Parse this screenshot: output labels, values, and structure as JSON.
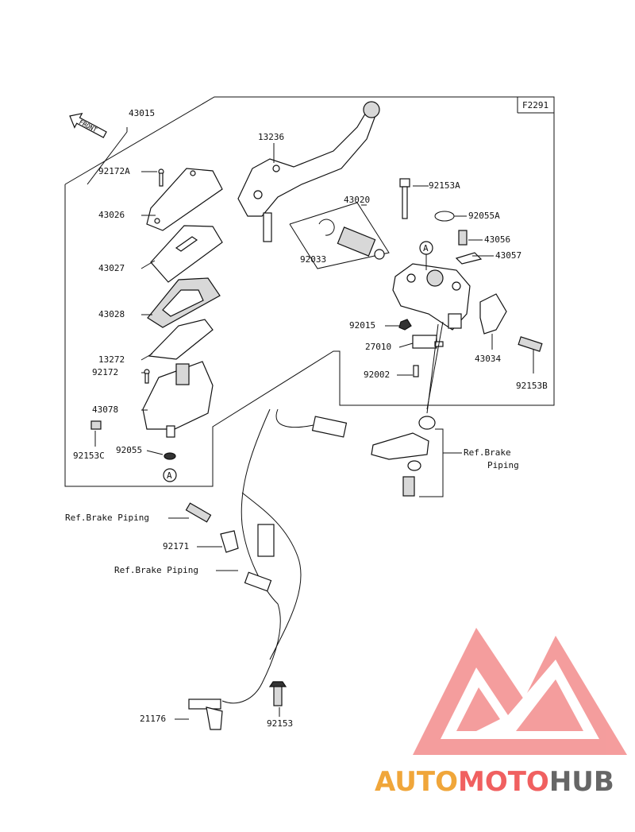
{
  "figure_code": "F2291",
  "front_marker": "FRONT",
  "connector_label": "A",
  "parts": {
    "p43015": "43015",
    "p13236": "13236",
    "p92172A": "92172A",
    "p43026": "43026",
    "p43020": "43020",
    "p92153A": "92153A",
    "p92055A": "92055A",
    "p43027": "43027",
    "p92033": "92033",
    "p43056": "43056",
    "p43057": "43057",
    "p43028": "43028",
    "p92015": "92015",
    "p27010": "27010",
    "p43034": "43034",
    "p13272": "13272",
    "p92172": "92172",
    "p92002": "92002",
    "p92153B": "92153B",
    "p43078": "43078",
    "p92153C": "92153C",
    "p92055": "92055",
    "p92171": "92171",
    "p21176": "21176",
    "p92153": "92153"
  },
  "refs": {
    "brake_piping_1": "Ref.Brake",
    "brake_piping_2": "Piping",
    "brake_piping_a": "Ref.Brake Piping",
    "brake_piping_b": "Ref.Brake Piping"
  },
  "watermark": {
    "part1": "AUTO",
    "part2": "MOTO",
    "part3": "HUB",
    "color_light": "#f0a63a",
    "color_red": "#f06060",
    "color_dark": "#666666"
  }
}
